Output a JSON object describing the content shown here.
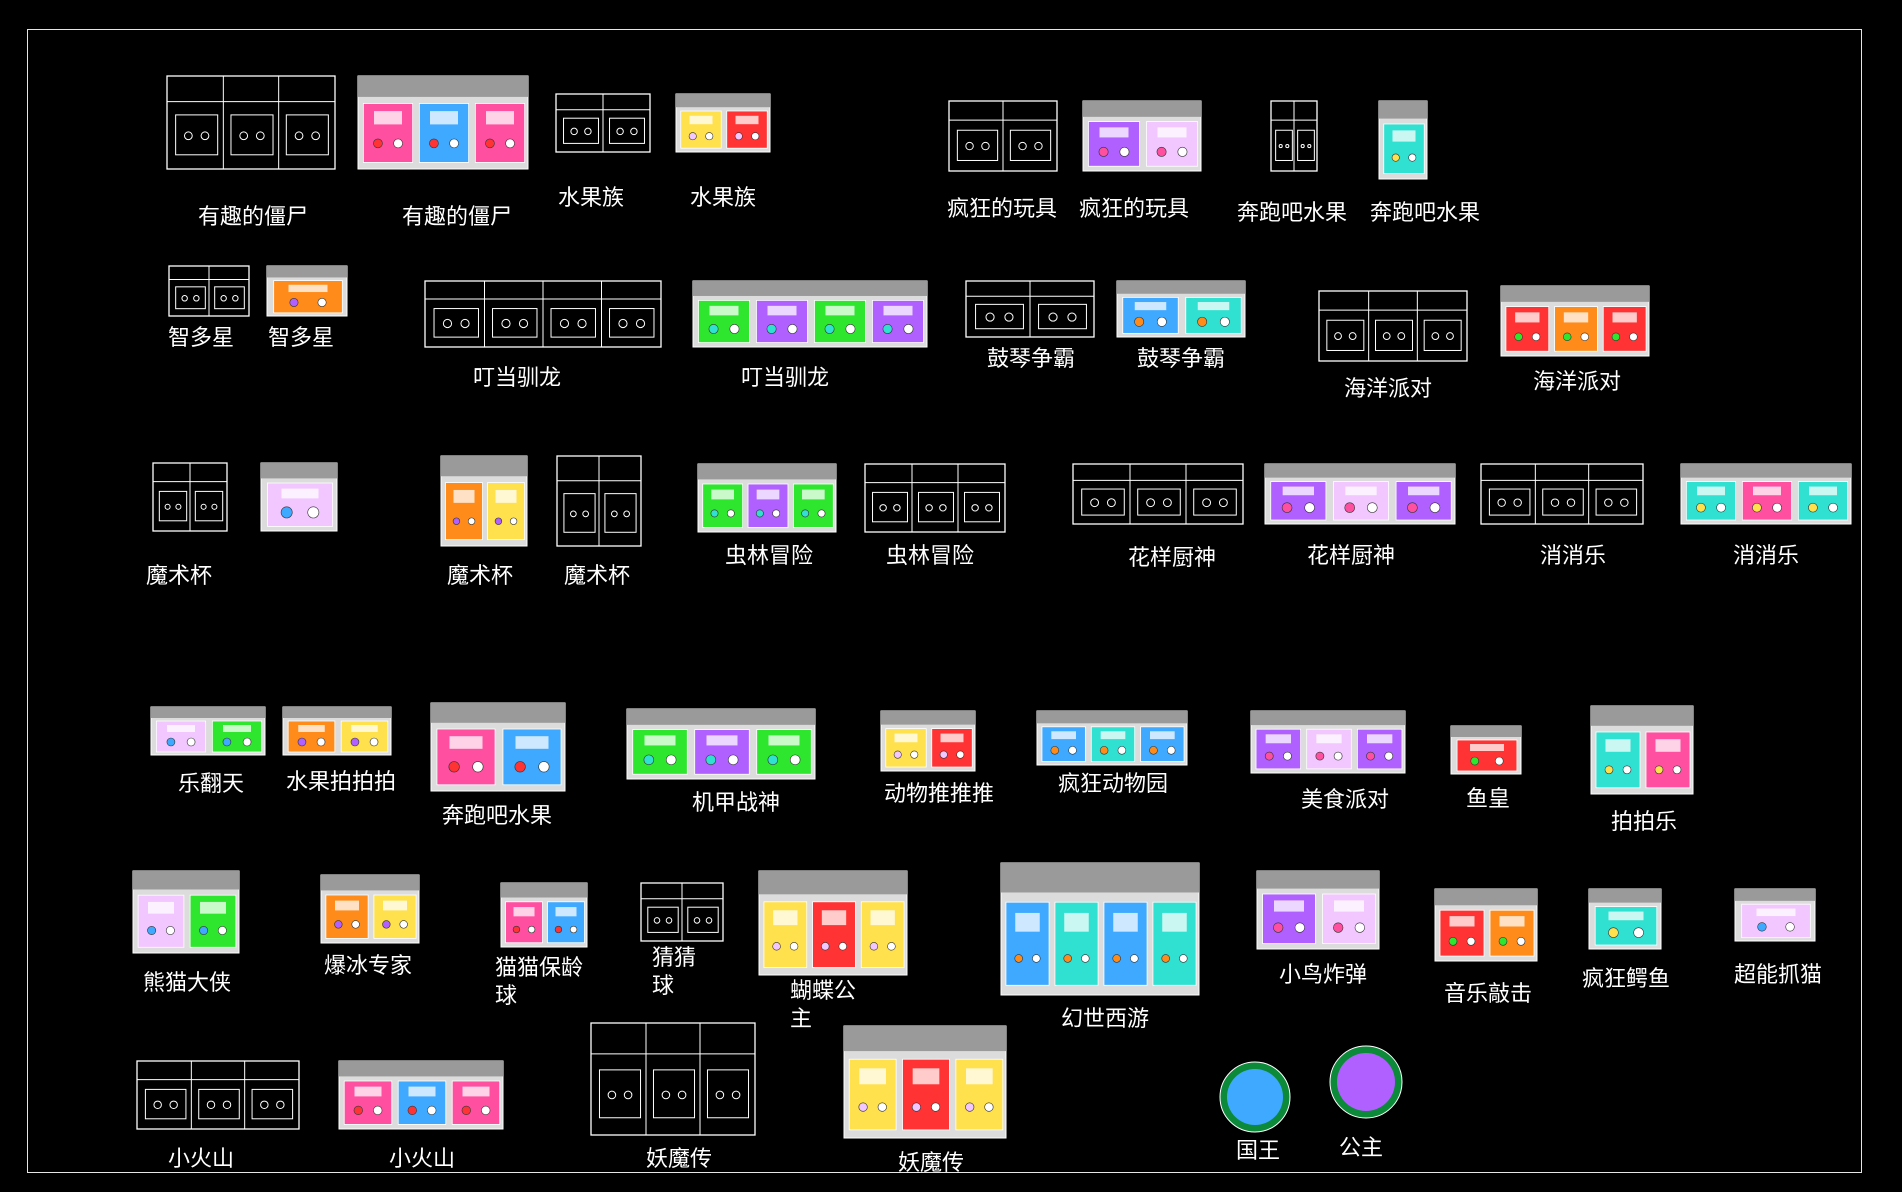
{
  "drawing": {
    "labels": [
      "有趣的僵尸",
      "有趣的僵尸",
      "水果族",
      "水果族",
      "疯狂的玩具",
      "疯狂的玩具",
      "奔跑吧水果",
      "奔跑吧水果",
      "智多星",
      "智多星",
      "叮当驯龙",
      "叮当驯龙",
      "鼓琴争霸",
      "鼓琴争霸",
      "海洋派对",
      "海洋派对",
      "魔术杯",
      "魔术杯",
      "魔术杯",
      "虫林冒险",
      "虫林冒险",
      "花样厨神",
      "花样厨神",
      "消消乐",
      "消消乐",
      "乐翻天",
      "水果拍拍拍",
      "奔跑吧水果",
      "机甲战神",
      "动物推推推",
      "疯狂动物园",
      "美食派对",
      "鱼皇",
      "拍拍乐",
      "熊猫大侠",
      "爆冰专家",
      "猫猫保龄\n球",
      "猜猜\n球",
      "蝴蝶公\n主",
      "幻世西游",
      "小鸟炸弹",
      "音乐敲击",
      "疯狂鳄鱼",
      "超能抓猫",
      "小火山",
      "小火山",
      "妖魔传",
      "妖魔传",
      "国王",
      "公主"
    ]
  }
}
